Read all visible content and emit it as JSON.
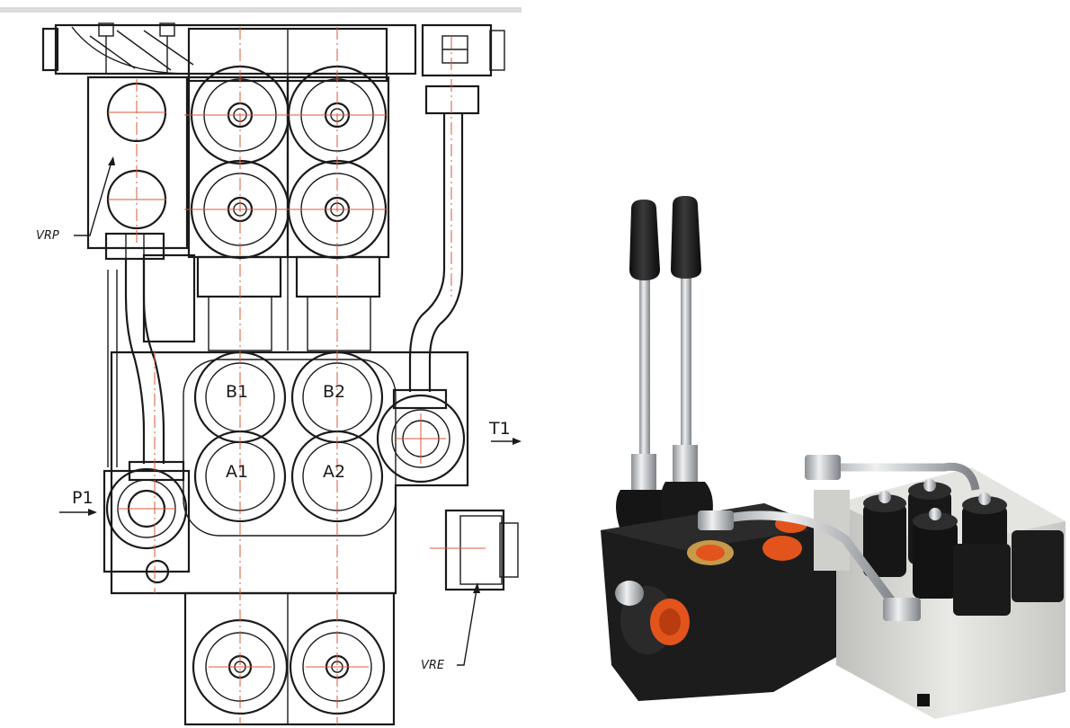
{
  "drawing": {
    "port_labels": {
      "b1": "B1",
      "b2": "B2",
      "a1": "A1",
      "a2": "A2",
      "p1": "P1",
      "t1": "T1"
    },
    "valve_labels": {
      "vrp": "VRP",
      "vre": "VRE"
    }
  },
  "colors": {
    "line": "#1a1a1a",
    "centerline": "#d9583a",
    "valve_body": "#1c1c1c",
    "aluminum_block": "#d9d9d6",
    "port_plug": "#e2541b",
    "chrome": "#c9ccce"
  }
}
